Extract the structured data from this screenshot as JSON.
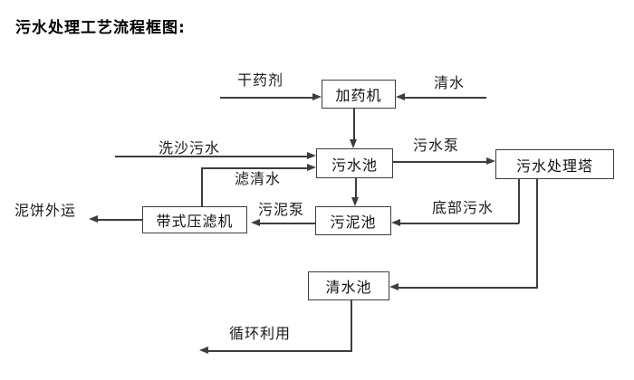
{
  "title": "污水处理工艺流程框图:",
  "colors": {
    "line": "#3d3d3d",
    "text": "#111111",
    "background": "#ffffff",
    "box_fill": "#ffffff"
  },
  "nodes": {
    "dosing_machine": {
      "label": "加药机"
    },
    "sewage_pool": {
      "label": "污水池"
    },
    "treatment_tower": {
      "label": "污水处理塔"
    },
    "sludge_pool": {
      "label": "污泥池"
    },
    "belt_filter_press": {
      "label": "带式压滤机"
    },
    "clean_water_pool": {
      "label": "清水池"
    }
  },
  "flow_labels": {
    "dry_agent": "干药剂",
    "clean_water": "清水",
    "sand_washing_sewage": "洗沙污水",
    "filtered_water": "滤清水",
    "sewage_pump": "污水泵",
    "sludge_pump": "污泥泵",
    "bottom_sewage": "底部污水",
    "mud_cake_out": "泥饼外运",
    "recycling": "循环利用"
  },
  "connections": [
    {
      "from": "dry_agent",
      "to": "dosing_machine"
    },
    {
      "from": "clean_water",
      "to": "dosing_machine"
    },
    {
      "from": "dosing_machine",
      "to": "sewage_pool"
    },
    {
      "from": "sand_washing_sewage",
      "to": "sewage_pool"
    },
    {
      "from": "belt_filter_press",
      "to": "sewage_pool",
      "label": "filtered_water"
    },
    {
      "from": "sewage_pool",
      "to": "treatment_tower",
      "label": "sewage_pump"
    },
    {
      "from": "sewage_pool",
      "to": "sludge_pool"
    },
    {
      "from": "treatment_tower",
      "to": "sludge_pool",
      "label": "bottom_sewage"
    },
    {
      "from": "sludge_pool",
      "to": "belt_filter_press",
      "label": "sludge_pump"
    },
    {
      "from": "belt_filter_press",
      "to": "mud_cake_out"
    },
    {
      "from": "treatment_tower",
      "to": "clean_water_pool"
    },
    {
      "from": "clean_water_pool",
      "to": "recycling"
    }
  ]
}
